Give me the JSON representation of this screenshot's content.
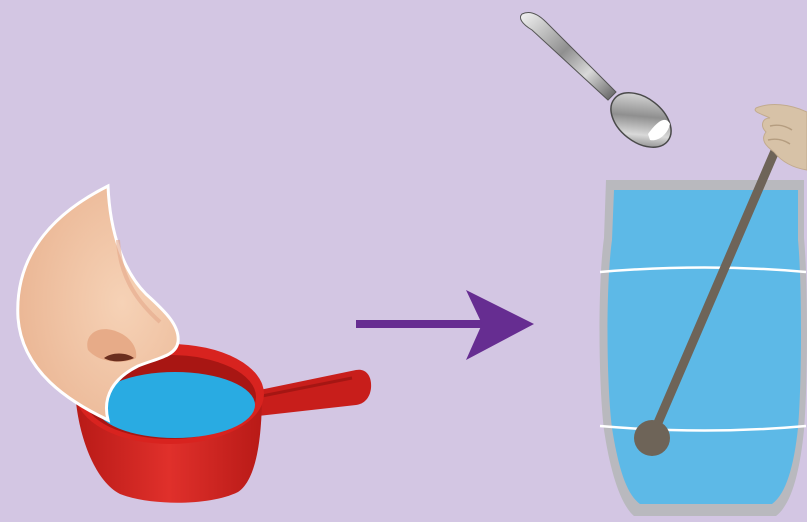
{
  "scene": {
    "background_color": "#d3c6e3",
    "left_group": {
      "nose_icon": "nose",
      "saucepan_icon": "saucepan",
      "pan_color": "#d8231f",
      "water_color": "#29abe2"
    },
    "arrow": {
      "icon": "arrow-right",
      "color": "#662d91"
    },
    "right_group": {
      "spoon_icon": "spoon",
      "jar_icon": "jar",
      "stirring_rod_icon": "stirring-rod",
      "hand_icon": "hand",
      "jar_water_color": "#5db9e7",
      "jar_glass_color": "#b9b9be",
      "rod_color": "#6e6458"
    }
  }
}
